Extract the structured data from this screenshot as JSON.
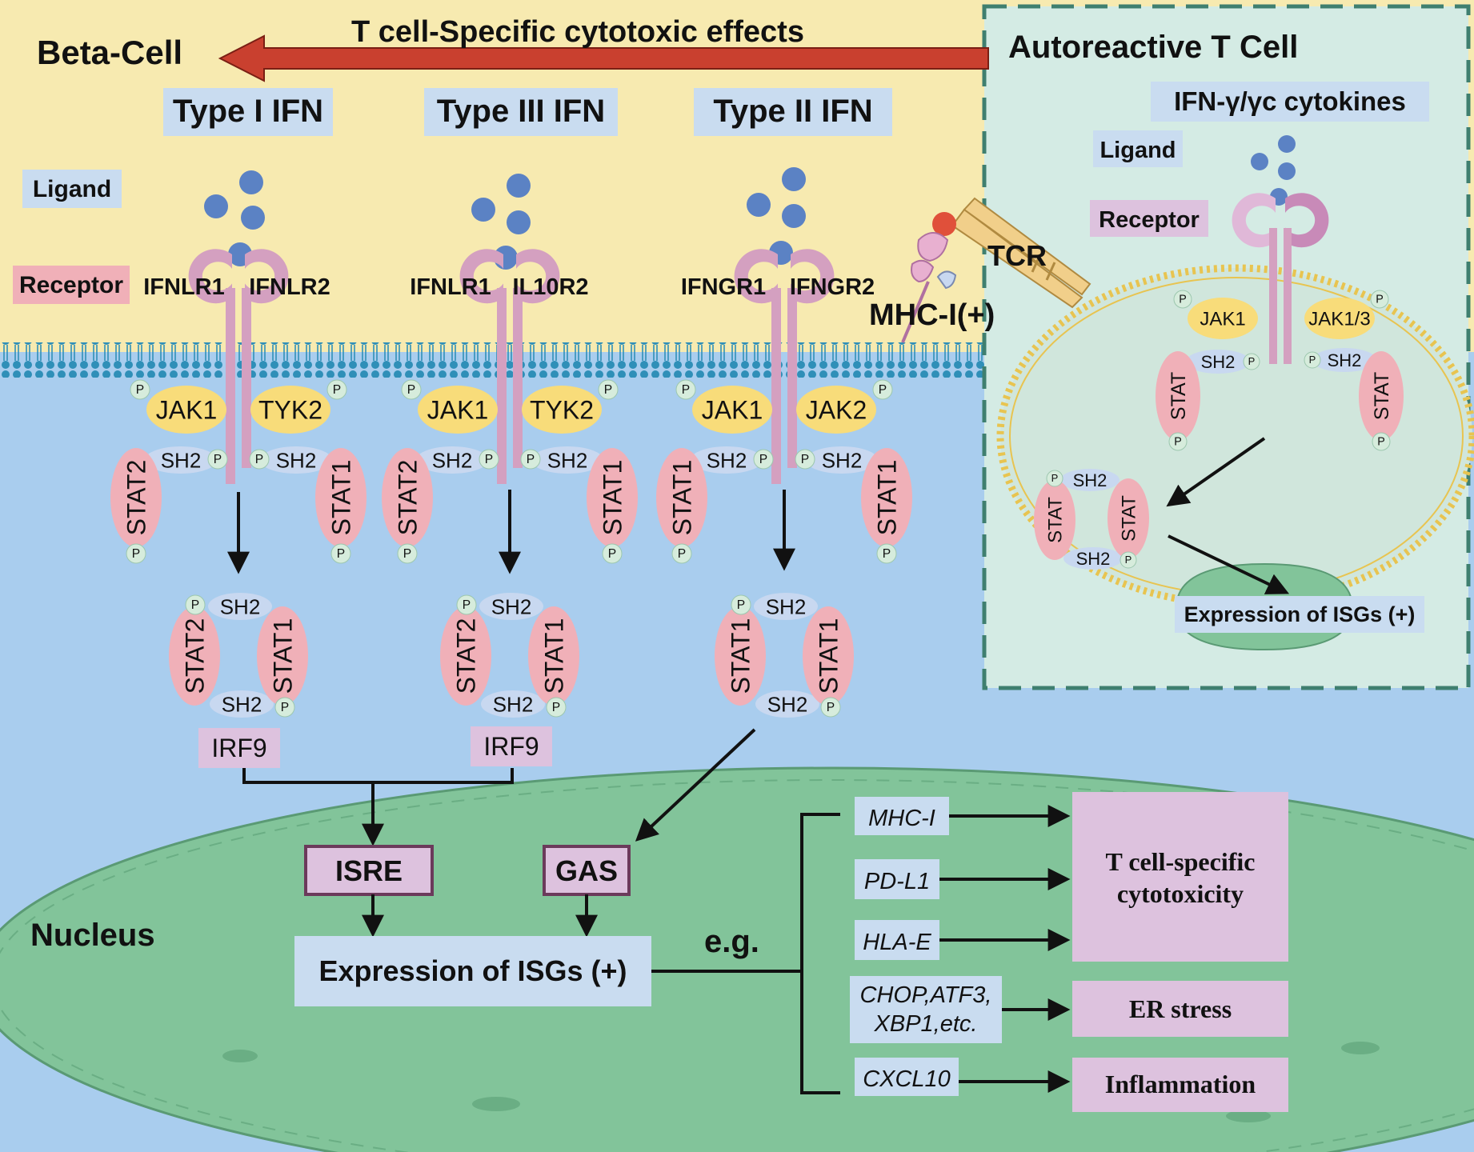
{
  "header": {
    "beta_cell": "Beta-Cell",
    "arrow_label": "T cell-Specific cytotoxic effects",
    "t_cell_title": "Autoreactive T Cell"
  },
  "legend": {
    "ligand": "Ligand",
    "receptor": "Receptor"
  },
  "common": {
    "p": "P",
    "sh2": "SH2",
    "stat1": "STAT1",
    "stat2": "STAT2",
    "stat": "STAT",
    "jak1": "JAK1",
    "jak2": "JAK2",
    "tyk2": "TYK2",
    "jak13": "JAK1/3",
    "irf9": "IRF9"
  },
  "pathways": {
    "type1": {
      "title": "Type I IFN",
      "r1": "IFNLR1",
      "r2": "IFNLR2"
    },
    "type3": {
      "title": "Type III IFN",
      "r1": "IFNLR1",
      "r2": "IL10R2"
    },
    "type2": {
      "title": "Type II IFN",
      "r1": "IFNGR1",
      "r2": "IFNGR2"
    }
  },
  "tcell": {
    "cytokines": "IFN-γ/γc cytokines",
    "ligand": "Ligand",
    "receptor": "Receptor",
    "tcr": "TCR",
    "mhc": "MHC-I(+)",
    "expression": "Expression of ISGs (+)"
  },
  "nucleus": {
    "label": "Nucleus",
    "isre": "ISRE",
    "gas": "GAS",
    "expression": "Expression of ISGs (+)",
    "eg": "e.g.",
    "genes": [
      "MHC-I",
      "PD-L1",
      "HLA-E",
      "CHOP,ATF3,",
      "XBP1,etc.",
      "CXCL10"
    ],
    "outcomes": {
      "cytotoxicity_line1": "T cell-specific",
      "cytotoxicity_line2": "cytotoxicity",
      "er_stress": "ER stress",
      "inflammation": "Inflammation"
    }
  },
  "colors": {
    "extracellular": "#f7eab0",
    "cytoplasm": "#a9cdee",
    "nucleus": "#82c49a",
    "tcell_bg": "#d4ebe4",
    "receptor": "#d4a0c0",
    "jak": "#f8dc7a",
    "stat": "#f0b0b8",
    "sh2": "#c8d8f0",
    "ligand": "#5b82c4",
    "label_box": "#c9dcf0",
    "outcome_box": "#ddc2de",
    "arrow_red": "#c9402f"
  }
}
